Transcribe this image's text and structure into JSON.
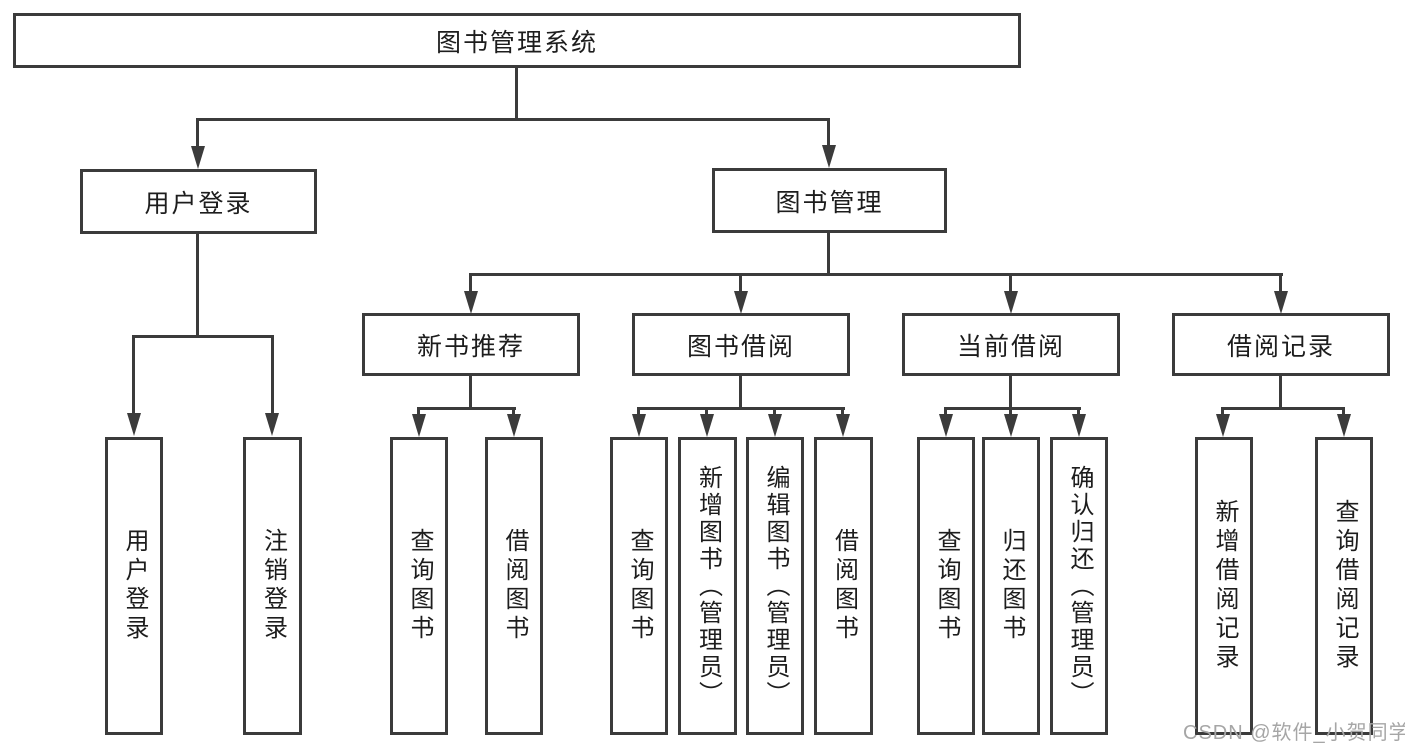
{
  "tree": {
    "root": {
      "label": "图书管理系统"
    },
    "branches": [
      {
        "label": "用户登录",
        "children": [
          "用户登录",
          "注销登录"
        ]
      },
      {
        "label": "图书管理",
        "children": [
          {
            "label": "新书推荐",
            "children": [
              "查询图书",
              "借阅图书"
            ]
          },
          {
            "label": "图书借阅",
            "children": [
              "查询图书",
              "新增图书（管理员）",
              "编辑图书（管理员）",
              "借阅图书"
            ]
          },
          {
            "label": "当前借阅",
            "children": [
              "查询图书",
              "归还图书",
              "确认归还（管理员）"
            ]
          },
          {
            "label": "借阅记录",
            "children": [
              "新增借阅记录",
              "查询借阅记录"
            ]
          }
        ]
      }
    ]
  },
  "watermark": {
    "text": "CSDN @软件_小贺同学"
  },
  "colors": {
    "line": "#3b3b3b",
    "text": "#1d1d1d",
    "watermark": "#a6a6a6",
    "background": "#ffffff"
  }
}
